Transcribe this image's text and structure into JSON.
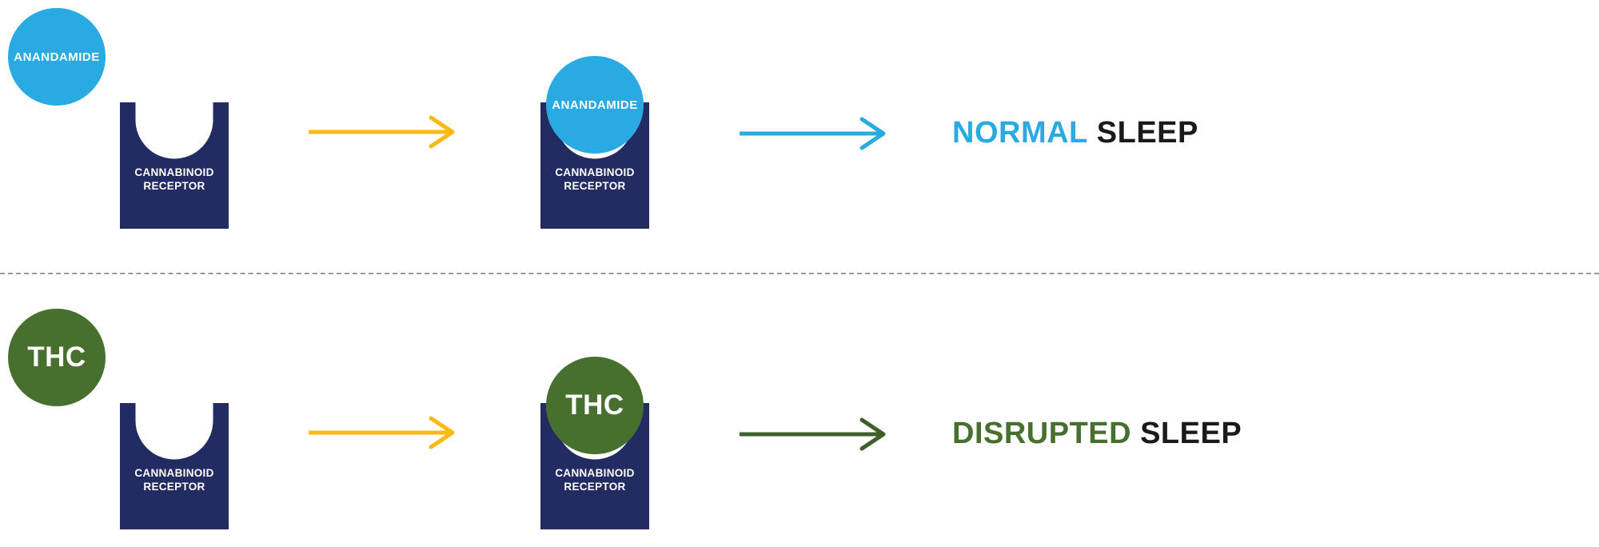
{
  "colors": {
    "blue": "#29ABE2",
    "navy": "#222C62",
    "yellow": "#FDB913",
    "green": "#47702F",
    "green_dark": "#3D5F2B",
    "dark": "#1A1A1A",
    "divider": "#999999"
  },
  "receptor_label": {
    "line1": "CANNABINOID",
    "line2": "RECEPTOR"
  },
  "rows": {
    "normal": {
      "ligand": "ANANDAMIDE",
      "result": {
        "highlight": "NORMAL",
        "rest": "SLEEP"
      }
    },
    "disrupted": {
      "ligand": "THC",
      "result": {
        "highlight": "DISRUPTED",
        "rest": "SLEEP"
      }
    }
  }
}
